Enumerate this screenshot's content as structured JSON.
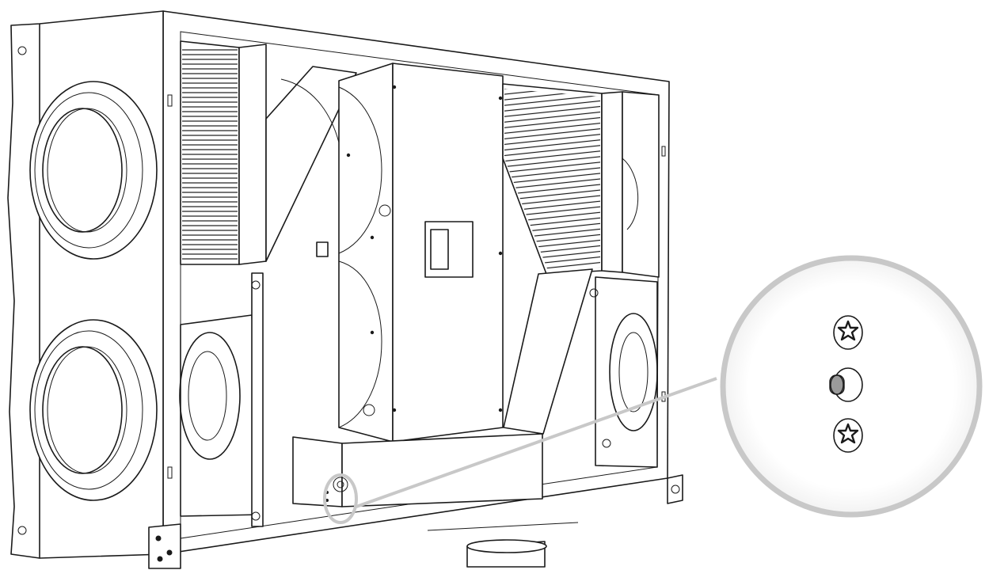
{
  "figure": {
    "subject": "ventilation-heat-recovery-unit",
    "view": "front-open-cover",
    "detail_callout": "drain-plug-and-screws",
    "colors": {
      "line": "#1a1a1a",
      "background": "#ffffff",
      "callout_ring": "#c8c8c8",
      "callout_fill": "#f7f7f7",
      "plug_fill": "#9a9a9a"
    }
  }
}
